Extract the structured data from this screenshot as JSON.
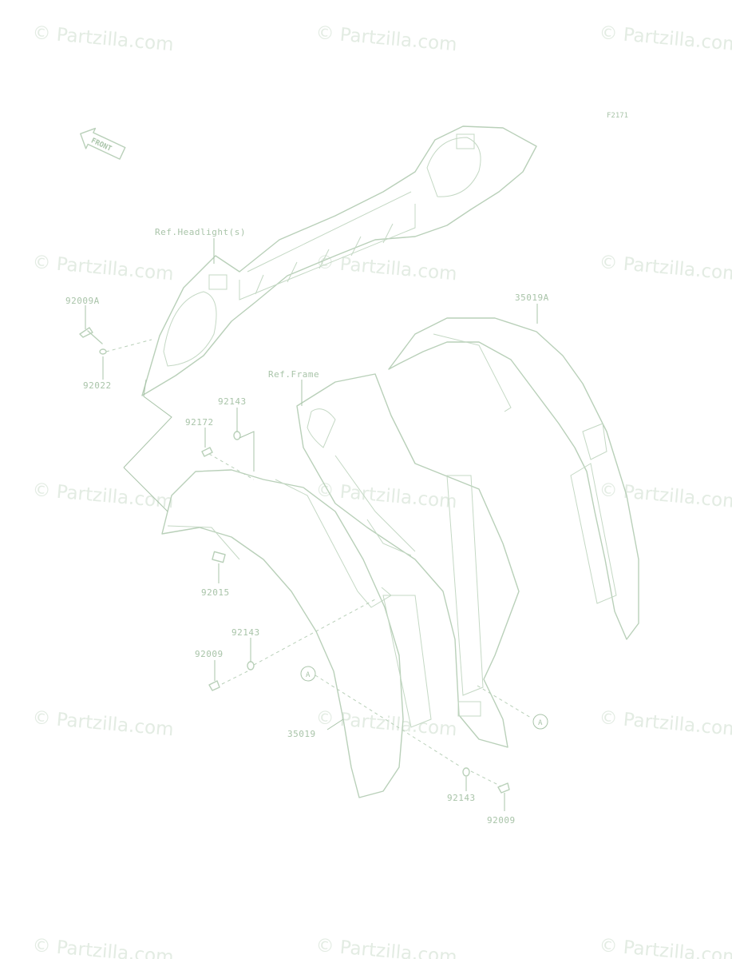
{
  "watermark": "© Partzilla.com",
  "figure_code": "F2171",
  "front_label": "FRONT",
  "labels": {
    "ref_headlight": "Ref.Headlight(s)",
    "ref_frame": "Ref.Frame",
    "p35019A": "35019A",
    "p92009A": "92009A",
    "p92022": "92022",
    "p92143_a": "92143",
    "p92172": "92172",
    "p92015": "92015",
    "p92143_b": "92143",
    "p92009_a": "92009",
    "p35019": "35019",
    "p92143_c": "92143",
    "p92009_b": "92009",
    "callout_a1": "A",
    "callout_a2": "A"
  }
}
